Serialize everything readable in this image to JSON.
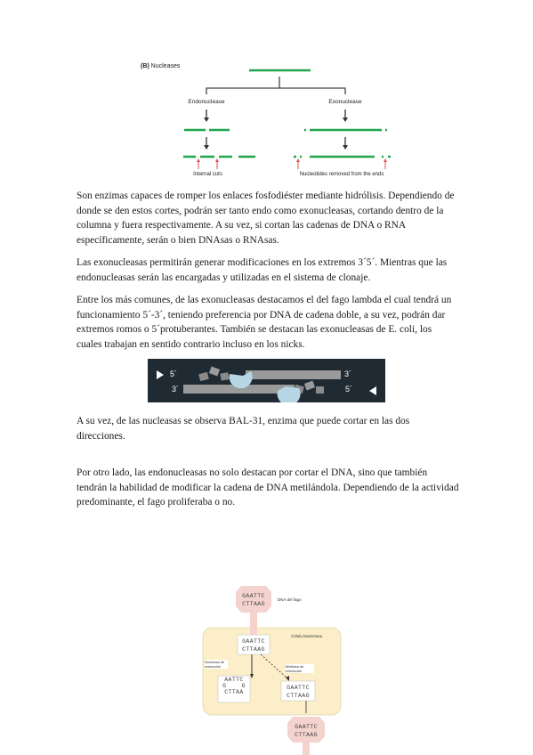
{
  "figure_nucleases": {
    "panel_label": "(B)",
    "title": "Nucleases",
    "left_branch": "Endonuclease",
    "right_branch": "Exonuclease",
    "left_caption": "Internal cuts",
    "right_caption": "Nucleotides removed from the ends",
    "strand_color": "#1fa54a",
    "arrow_color": "#d9534f"
  },
  "paragraphs": {
    "p1": "Son enzimas capaces de romper los enlaces fosfodiéster mediante hidrólisis. Dependiendo de donde se den estos cortes, podrán ser tanto endo como exonucleasas, cortando dentro de la columna y fuera respectivamente. A su vez, si cortan las cadenas de DNA o RNA específicamente, serán o bien DNAsas o RNAsas.",
    "p2": "Las exonucleasas permitirán generar modificaciones en los extremos 3´5´. Mientras que las endonucleasas serán las encargadas y utilizadas en el sistema de clonaje.",
    "p3": "Entre los más comunes, de las exonucleasas destacamos el del fago lambda el cual tendrá un funcionamiento 5´-3´, teniendo preferencia por DNA de cadena doble, a su vez, podrán dar extremos romos o 5´protuberantes. También se destacan las exonucleasas de E. coli, los cuales trabajan en sentido contrario incluso en los nicks.",
    "p4": "A su vez, de las nucleasas se observa BAL-31, enzima que puede cortar en las dos direcciones.",
    "p5": "Por otro lado, las endonucleasas no solo destacan por cortar el DNA, sino que también tendrán la habilidad de modificar la cadena de DNA metilándola. Dependiendo de la actividad predominante, el fago proliferaba o no."
  },
  "video_figure": {
    "top_left": "5´",
    "top_right": "3´",
    "bottom_left": "3´",
    "bottom_right": "5´",
    "play_icon": "play-icon",
    "rewind_icon": "rewind-icon",
    "background": "#1f2a33"
  },
  "restriction_figure": {
    "top_label": "DNA del fago",
    "box_label": "Célula bacteriana",
    "top_seq": [
      "GAATTC",
      "CTTAAG"
    ],
    "box_seq": [
      "GAATTC",
      "CTTAAG"
    ],
    "left_label": "Nucleasa de restricción",
    "left_seq": [
      "AATTC",
      "G",
      "G",
      "CTTAA"
    ],
    "right_label": "Metilasa de restricción",
    "right_seq": [
      "GAATTC",
      "CTTAAG"
    ],
    "bottom_seq": [
      "GAATTC",
      "CTTAAG"
    ],
    "box_color": "#fbeec8",
    "pink_color": "#f4d3cf"
  }
}
